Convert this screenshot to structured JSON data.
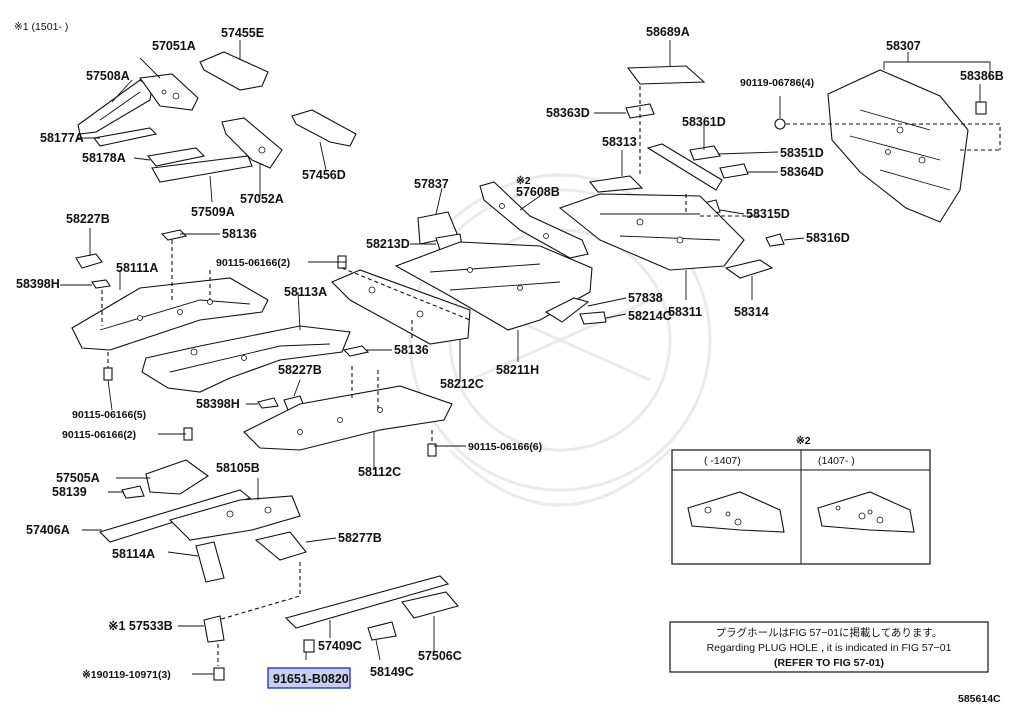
{
  "header_note": "※1 (1501-      )",
  "figure_id": "585614C",
  "labels": {
    "p57051A": "57051A",
    "p57455E": "57455E",
    "p57508A": "57508A",
    "p58177A": "58177A",
    "p58178A": "58178A",
    "p57509A": "57509A",
    "p57052A": "57052A",
    "p57456D": "57456D",
    "p58227B_a": "58227B",
    "p58136_a": "58136",
    "p58111A": "58111A",
    "p58398H_a": "58398H",
    "p90115_2a": "90115-06166(2)",
    "p58113A": "58113A",
    "p90115_5": "90115-06166(5)",
    "p90115_2b": "90115-06166(2)",
    "p58136_b": "58136",
    "p58227B_b": "58227B",
    "p58398H_b": "58398H",
    "p58212C": "58212C",
    "p58112C": "58112C",
    "p90115_6": "90115-06166(6)",
    "p57837": "57837",
    "p58213D": "58213D",
    "p57608B_note": "※2",
    "p57608B": "57608B",
    "p58211H": "58211H",
    "p57838": "57838",
    "p58214C": "58214C",
    "p58689A": "58689A",
    "p58363D": "58363D",
    "p58313": "58313",
    "p58361D": "58361D",
    "p58351D": "58351D",
    "p58364D": "58364D",
    "p58315D": "58315D",
    "p58316D": "58316D",
    "p58311": "58311",
    "p58314": "58314",
    "p58307": "58307",
    "p90119_4": "90119-06786(4)",
    "p58386B": "58386B",
    "p57505A": "57505A",
    "p58139": "58139",
    "p58105B": "58105B",
    "p57406A": "57406A",
    "p58114A": "58114A",
    "p58277B": "58277B",
    "p57533B": "※1 57533B",
    "p90119_3": "※190119-10971(3)",
    "p91651": "91651-B0820",
    "p57409C": "57409C",
    "p58149C": "58149C",
    "p57506C": "57506C"
  },
  "inset": {
    "title": "※2",
    "col1": "(      -1407)",
    "col2": "(1407-      )"
  },
  "note_box": {
    "line1": "プラグホールはFIG 57−01に掲載してあります。",
    "line2": "Regarding  PLUG  HOLE , it is indicated in FIG  57−01",
    "line3": "(REFER  TO  FIG  57-01)"
  },
  "highlight_color": "#c9cdf0"
}
